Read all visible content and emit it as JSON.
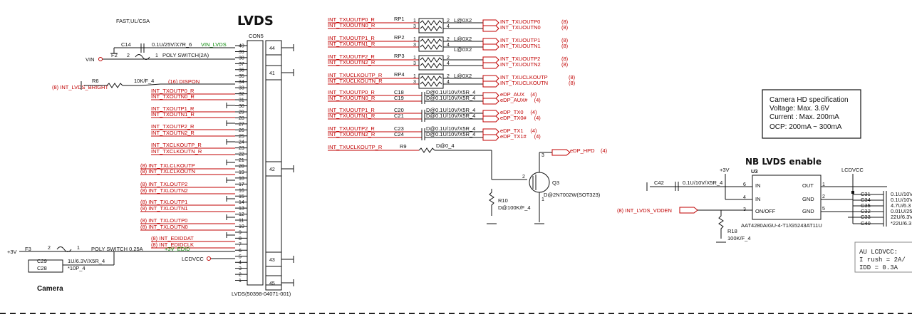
{
  "titles": {
    "lvds": "LVDS",
    "nb_lvds": "NB LVDS enable",
    "camera": "Camera",
    "fast": "FAST,UL/CSA"
  },
  "connector": {
    "ref": "CON5",
    "part": "LVDS(50398-04071-001)",
    "pins_left": [
      "40",
      "39",
      "38",
      "37",
      "36",
      "35",
      "34",
      "33",
      "32",
      "31",
      "30",
      "29",
      "28",
      "27",
      "26",
      "25",
      "24",
      "23",
      "22",
      "21",
      "20",
      "19",
      "18",
      "17",
      "16",
      "15",
      "14",
      "13",
      "12",
      "11",
      "10",
      "9",
      "8",
      "7",
      "6",
      "5",
      "4",
      "3",
      "2",
      "1"
    ],
    "pins_right": [
      "44",
      "41",
      "42",
      "43",
      "45"
    ]
  },
  "left_nets": [
    {
      "label": "(16) DISPON"
    },
    {
      "label": "(8) INT_LVDS_BRIGHT"
    },
    {
      "label": "INT_TXOUTP0_R"
    },
    {
      "label": "INT_TXOUTN0_R"
    },
    {
      "label": "INT_TXOUTP1_R"
    },
    {
      "label": "INT_TXOUTN1_R"
    },
    {
      "label": "INT_TXOUTP2_R"
    },
    {
      "label": "INT_TXOUTN2_R"
    },
    {
      "label": "INT_TXCLKOUTP_R"
    },
    {
      "label": "INT_TXCLKOUTN_R"
    },
    {
      "label": "(8) INT_TXLCLKOUTP"
    },
    {
      "label": "(8) INT_TXLCLKOUTN"
    },
    {
      "label": "(8) INT_TXLOUTP2"
    },
    {
      "label": "(8) INT_TXLOUTN2"
    },
    {
      "label": "(8) INT_TXLOUTP1"
    },
    {
      "label": "(8) INT_TXLOUTN1"
    },
    {
      "label": "(8) INT_TXLOUTP0"
    },
    {
      "label": "(8) INT_TXLOUTN0"
    },
    {
      "label": "(8) INT_EDIDDAT"
    },
    {
      "label": "(8) INT_EDIDCLK"
    }
  ],
  "power_left": {
    "c14": "C14",
    "c14_val": "0.1U/25V/X7R_6",
    "vin_lvds": "VIN_LVDS",
    "f2": "F2",
    "vin": "VIN",
    "poly2": "POLY SWITCH(2A)",
    "r6": "R6",
    "r6_val": "10K/F_4",
    "f3": "F3",
    "plus3v": "+3V",
    "poly3": "POLY SWITCH 0.25A",
    "plus3v_edid": "+3V_EDID",
    "c29": "C29",
    "c28": "C28",
    "c29_val": "1U/6.3V/X5R_4",
    "c28_val": "*10P_4",
    "lcdvcc": "LCDVCC",
    "pin1": "1",
    "pin2": "2"
  },
  "rp_rows": [
    {
      "in_p": "INT_TXUOUTP0_R",
      "in_n": "INT_TXUOUTN0_R",
      "ref": "RP1",
      "val": "L@0X2",
      "out_p": "INT_TXUOUTP0",
      "out_n": "INT_TXUOUTN0",
      "sheet": "(8)"
    },
    {
      "in_p": "INT_TXUOUTP1_R",
      "in_n": "INT_TXUOUTN1_R",
      "ref": "RP2",
      "val": "L@0X2",
      "out_p": "INT_TXUOUTP1",
      "out_n": "INT_TXUOUTN1",
      "sheet": "(8)"
    },
    {
      "in_p": "INT_TXUOUTP2_R",
      "in_n": "INT_TXUOUTN2_R",
      "ref": "RP3",
      "val": "L@0X2",
      "out_p": "INT_TXUOUTP2",
      "out_n": "INT_TXUOUTN2",
      "sheet": "(8)"
    },
    {
      "in_p": "INT_TXUCLKOUTP_R",
      "in_n": "INT_TXUCLKOUTN_R",
      "ref": "RP4",
      "val": "L@0X2",
      "out_p": "INT_TXUCLKOUTP",
      "out_n": "INT_TXUCLKOUTN",
      "sheet": "(8)"
    }
  ],
  "cap_rows": [
    {
      "in": "INT_TXUOUTP0_R",
      "ref": "C18",
      "val": "D@0.1U/10V/X5R_4",
      "out": "eDP_AUX",
      "sheet": "(4)"
    },
    {
      "in": "INT_TXUOUTN0_R",
      "ref": "C19",
      "val": "D@0.1U/10V/X5R_4",
      "out": "eDP_AUX#",
      "sheet": "(4)"
    },
    {
      "in": "INT_TXUOUTP1_R",
      "ref": "C20",
      "val": "D@0.1U/10V/X5R_4",
      "out": "eDP_TX0",
      "sheet": "(4)"
    },
    {
      "in": "INT_TXUOUTN1_R",
      "ref": "C21",
      "val": "D@0.1U/10V/X5R_4",
      "out": "eDP_TX0#",
      "sheet": "(4)"
    },
    {
      "in": "INT_TXUOUTP2_R",
      "ref": "C23",
      "val": "D@0.1U/10V/X5R_4",
      "out": "eDP_TX1",
      "sheet": "(4)"
    },
    {
      "in": "INT_TXUOUTN2_R",
      "ref": "C24",
      "val": "D@0.1U/10V/X5R_4",
      "out": "eDP_TX1#",
      "sheet": "(4)"
    }
  ],
  "hpd": {
    "in": "INT_TXUCLKOUTP_R",
    "r9": "R9",
    "r9_val": "D@0_4",
    "out": "eDP_HPD",
    "sheet": "(4)",
    "q3": "Q3",
    "q3_val": "D@2N7002W(SOT323)",
    "r10": "R10",
    "r10_val": "D@100K/F_4",
    "pin2": "2",
    "pin1": "1",
    "pin3": "3"
  },
  "spec_box": {
    "lines": [
      "Camera HD specification",
      "Voltage: Max. 3.6V",
      "Current : Max. 200mA",
      "OCP: 200mA ~ 300mA"
    ]
  },
  "u3": {
    "ref": "U3",
    "part": "AAT4280AIGU-4-T1/G5243AT11U",
    "in": "IN",
    "out": "OUT",
    "gnd": "GND",
    "onoff": "ON/OFF",
    "p6": "6",
    "p4": "4",
    "p3": "3",
    "p1": "1",
    "p2": "2",
    "p5": "5",
    "c42": "C42",
    "c42_val": "0.1U/10V/X5R_4",
    "plus3v": "+3V",
    "enable_net": "(8) INT_LVDS_VDDEN",
    "r18": "R18",
    "r18_val": "100K/F_4",
    "lcdvcc": "LCDVCC"
  },
  "out_caps": [
    {
      "ref": "C31",
      "val": "0.1U/10V"
    },
    {
      "ref": "C34",
      "val": "0.1U/10V"
    },
    {
      "ref": "C35",
      "val": "4.7U/6.3"
    },
    {
      "ref": "C32",
      "val": "0.01U/25"
    },
    {
      "ref": "C33",
      "val": "22U/6.3V"
    },
    {
      "ref": "C40",
      "val": "*22U/6.3"
    }
  ],
  "note": {
    "l1": "AU LCDVCC:",
    "l2": "I rush = 2A/",
    "l3": "IDD = 0.3A"
  }
}
